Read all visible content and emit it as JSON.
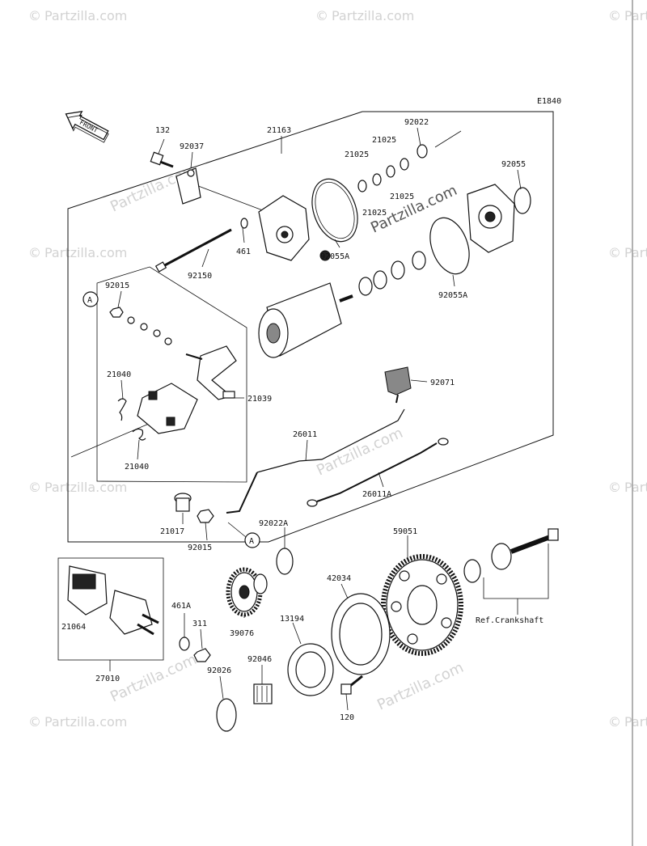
{
  "diagram_code": "E1840",
  "front_label": "FRONT",
  "brand": {
    "callout_watermark": "Partzilla.com",
    "symbol": "©"
  },
  "reference_text": "Ref.Crankshaft",
  "colors": {
    "ink": "#111111",
    "watermark": "#d2d2d2",
    "background": "#ffffff"
  },
  "callouts": {
    "c132": "132",
    "c92037": "92037",
    "c21163": "21163",
    "c92022": "92022",
    "c21025a": "21025",
    "c21025b": "21025",
    "c21025c": "21025",
    "c21025d": "21025",
    "c92055": "92055",
    "c461": "461",
    "c92150": "92150",
    "c92055a_left": "92055A",
    "c92055a_right": "92055A",
    "c92015_top": "92015",
    "cA_top": "A",
    "c21040_top": "21040",
    "c21040_bottom": "21040",
    "c21039": "21039",
    "c92071": "92071",
    "c26011": "26011",
    "c26011a": "26011A",
    "c21017": "21017",
    "c92015_bottom": "92015",
    "cA_bottom": "A",
    "c92022a": "92022A",
    "c59051": "59051",
    "c42034": "42034",
    "c21064": "21064",
    "c461a": "461A",
    "c311": "311",
    "c39076": "39076",
    "c13194": "13194",
    "c27010": "27010",
    "c92026": "92026",
    "c92046": "92046",
    "c120": "120"
  }
}
